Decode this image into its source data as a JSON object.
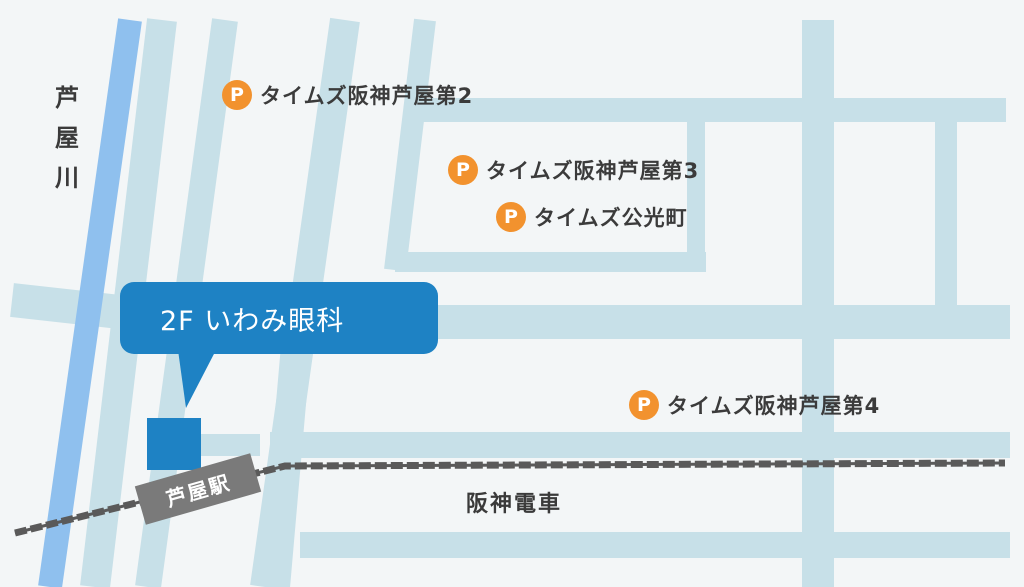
{
  "map": {
    "colors": {
      "background": "#f3f6f7",
      "road": "#c7e0e8",
      "river": "#8fc0ee",
      "rail": "#5a5a5a",
      "parking": "#f2922e",
      "bubble": "#1e82c4",
      "clinic": "#1e82c4",
      "station": "#7a7a7a"
    },
    "river_label": [
      "芦",
      "屋",
      "川"
    ],
    "parking_lots": [
      {
        "icon": "P",
        "name": "タイムズ阪神芦屋第2"
      },
      {
        "icon": "P",
        "name": "タイムズ阪神芦屋第3"
      },
      {
        "icon": "P",
        "name": "タイムズ公光町"
      },
      {
        "icon": "P",
        "name": "タイムズ阪神芦屋第4"
      }
    ],
    "clinic_callout": "2F いわみ眼科",
    "station_label": "芦屋駅",
    "railway_label": "阪神電車"
  }
}
